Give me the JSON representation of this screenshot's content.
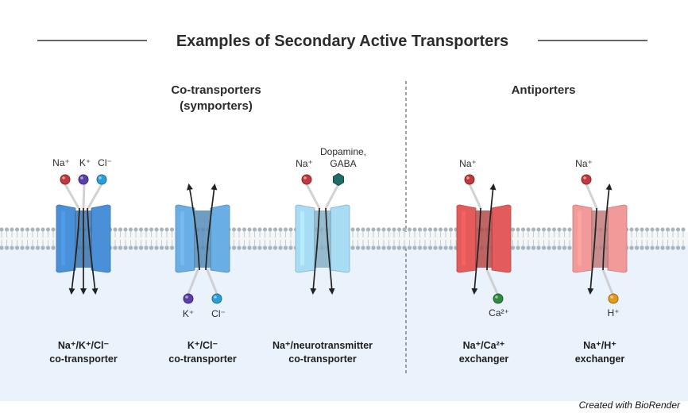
{
  "title": "Examples of Secondary Active Transporters",
  "sections": {
    "cotransporters": {
      "line1": "Co-transporters",
      "line2": "(symporters)"
    },
    "antiporters": {
      "line1": "Antiporters"
    }
  },
  "transporters": [
    {
      "caption1": "Na+/K+/Cl- co-transporter",
      "caption_line1": "Na⁺/K⁺/Cl⁻",
      "caption_line2": "co-transporter",
      "protein_color": "#4a90d9",
      "ions_top": [
        {
          "label": "Na⁺",
          "color": "#c0393b"
        },
        {
          "label": "K⁺",
          "color": "#5b3fa8"
        },
        {
          "label": "Cl⁻",
          "color": "#2a9fd6"
        }
      ],
      "ions_bottom": []
    },
    {
      "caption_line1": "K⁺/Cl⁻",
      "caption_line2": "co-transporter",
      "protein_color": "#6aaee6",
      "ions_top": [],
      "ions_bottom": [
        {
          "label": "K⁺",
          "color": "#5b3fa8"
        },
        {
          "label": "Cl⁻",
          "color": "#2a9fd6"
        }
      ]
    },
    {
      "caption_line1": "Na⁺/neurotransmitter",
      "caption_line2": "co-transporter",
      "protein_color": "#a8dcf5",
      "ions_top": [
        {
          "label": "Na⁺",
          "color": "#c0393b"
        },
        {
          "label": "Dopamine, GABA",
          "label_line1": "Dopamine,",
          "label_line2": "GABA",
          "color": "#1f6b66"
        }
      ],
      "ions_bottom": []
    },
    {
      "caption_line1": "Na⁺/Ca²⁺",
      "caption_line2": "exchanger",
      "protein_color": "#e45b5b",
      "ions_top": [
        {
          "label": "Na⁺",
          "color": "#c0393b"
        }
      ],
      "ions_bottom": [
        {
          "label": "Ca²⁺",
          "color": "#2e8b3e"
        }
      ]
    },
    {
      "caption_line1": "Na⁺/H⁺",
      "caption_line2": "exchanger",
      "protein_color": "#f29a9a",
      "ions_top": [
        {
          "label": "Na⁺",
          "color": "#c0393b"
        }
      ],
      "ions_bottom": [
        {
          "label": "H⁺",
          "color": "#e39a1c"
        }
      ]
    }
  ],
  "credit": "Created with BioRender",
  "colors": {
    "membrane_head": "#a9b4bd",
    "membrane_tail": "#c4ccd2",
    "cytoplasm": "#eaf2fb",
    "arrow": "#222222"
  }
}
